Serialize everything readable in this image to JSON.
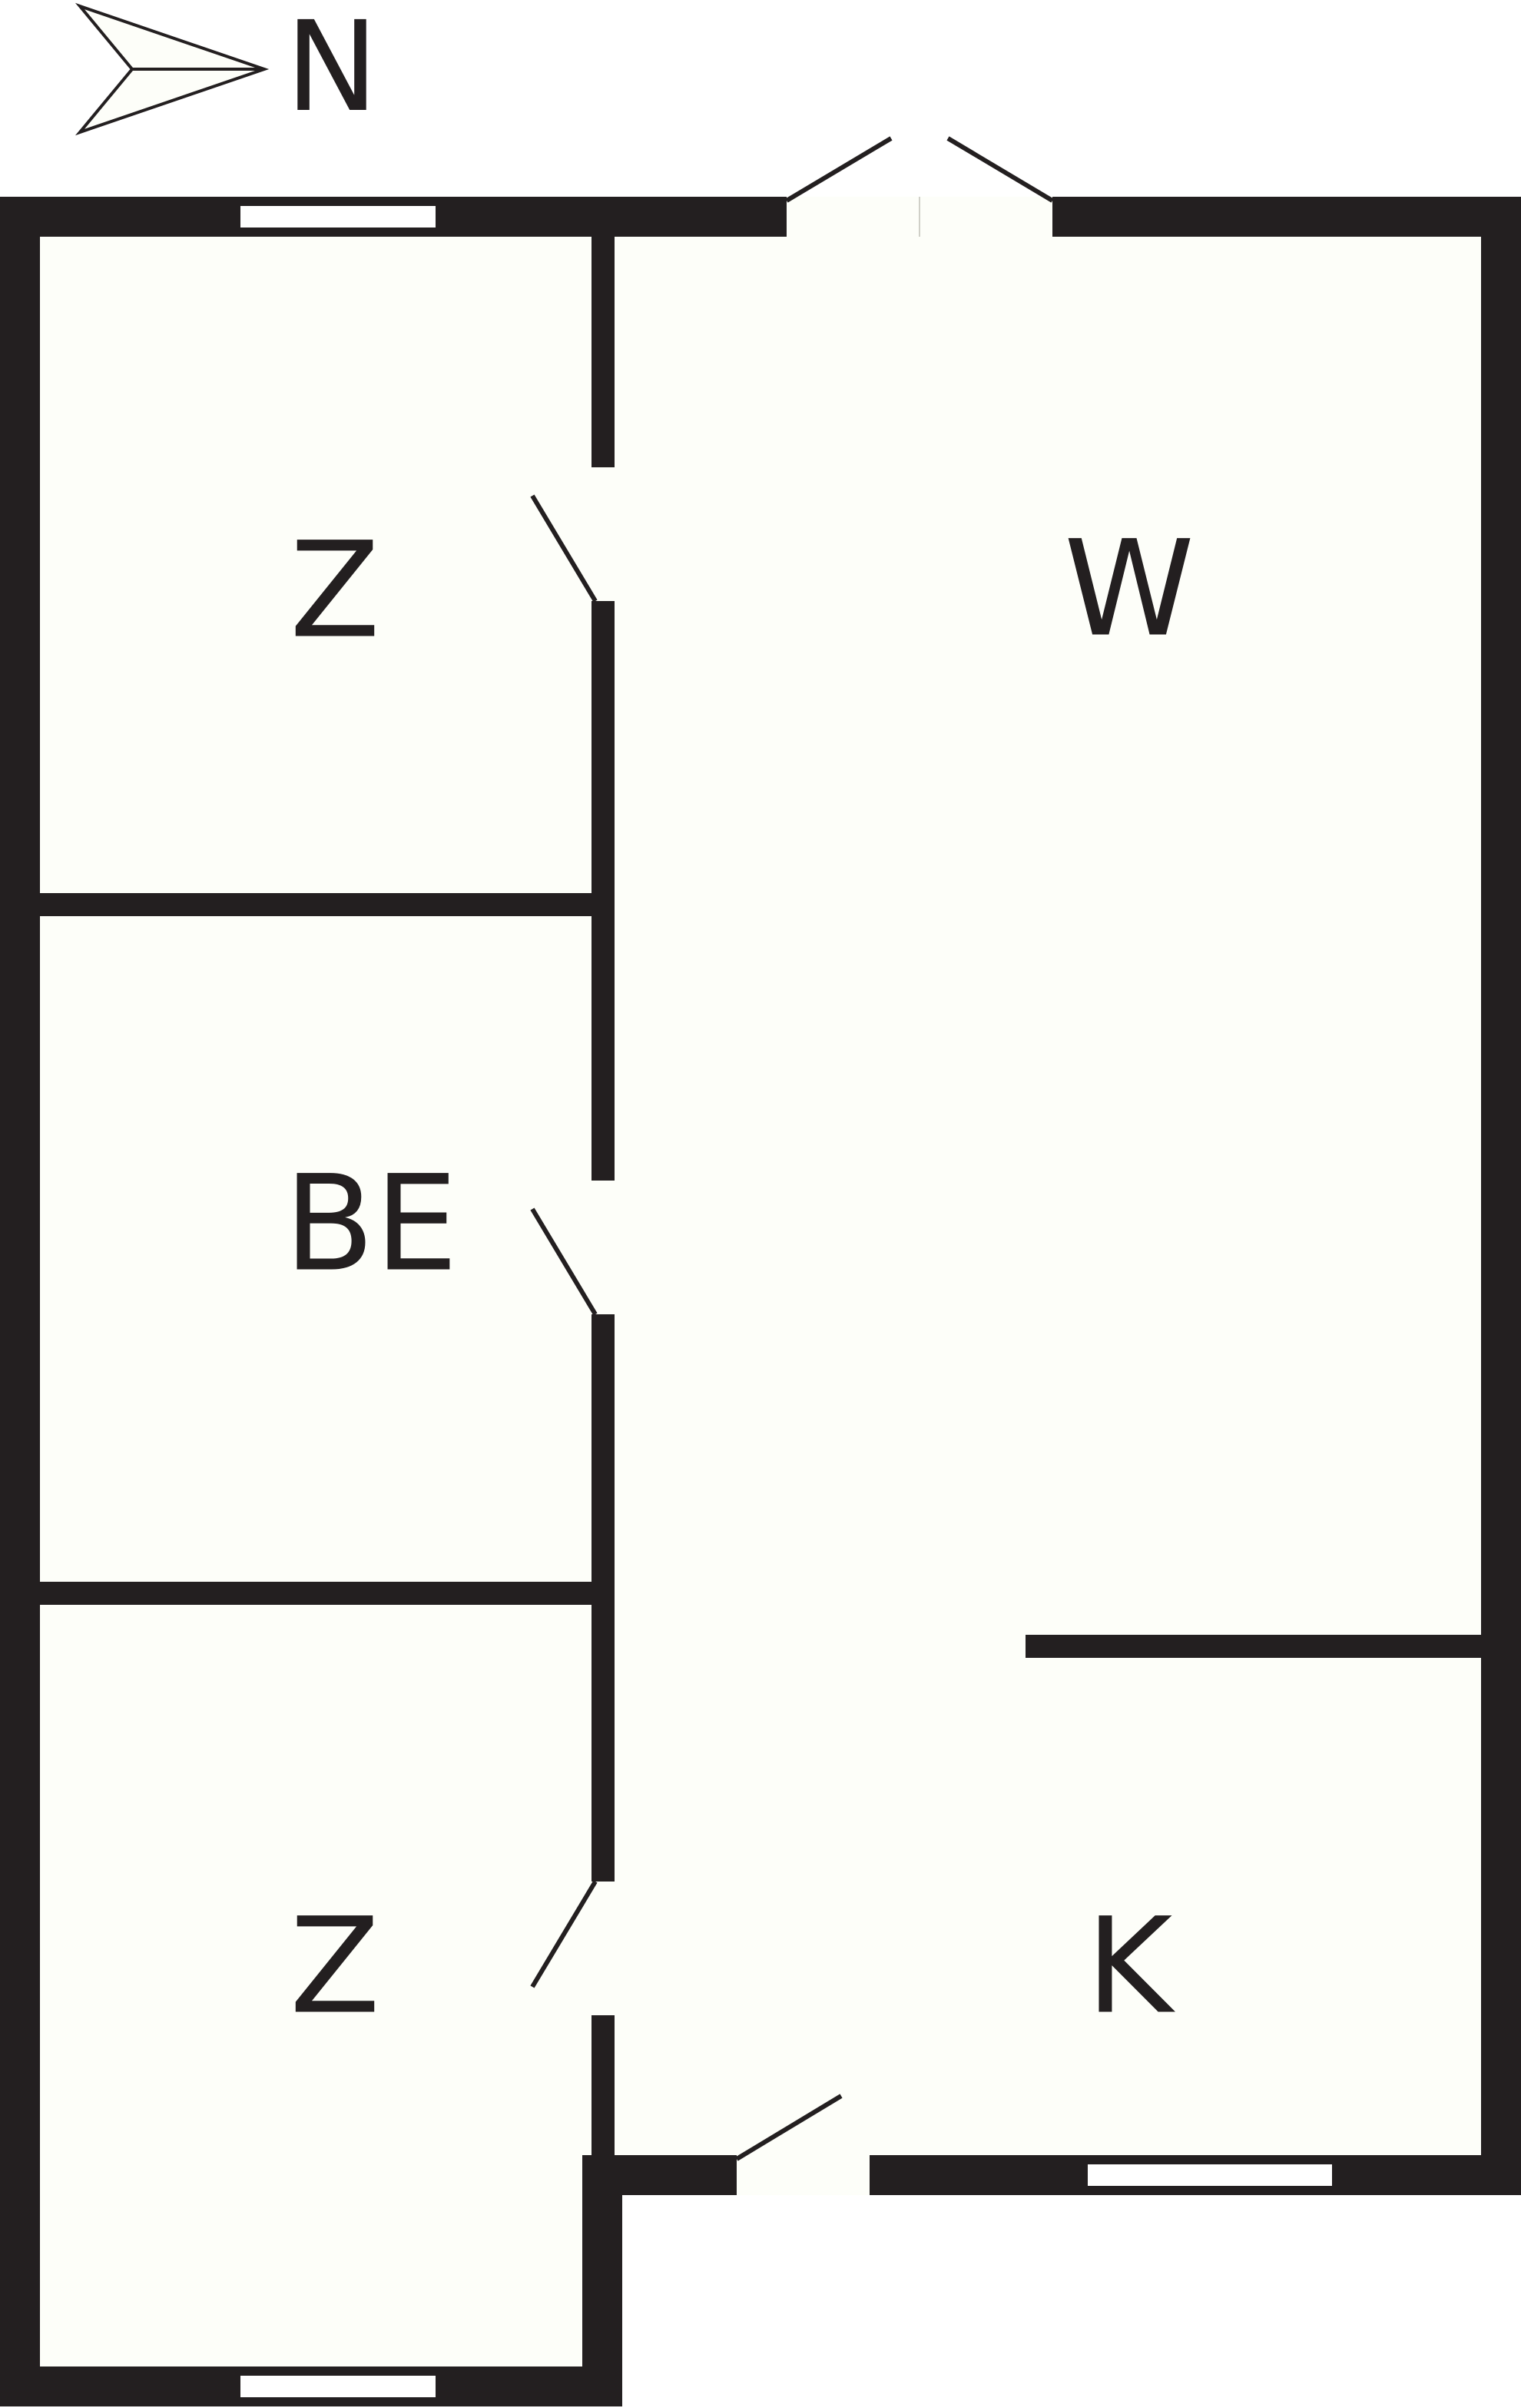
{
  "colors": {
    "wall": "#231f20",
    "floor": "#fdfef9",
    "window": "#ffffff",
    "background": "#ffffff"
  },
  "compass": {
    "letter": "N",
    "icon": "north-arrow-icon"
  },
  "rooms": [
    {
      "id": "room-z-top",
      "label": "Z"
    },
    {
      "id": "room-be",
      "label": "BE"
    },
    {
      "id": "room-z-bottom",
      "label": "Z"
    },
    {
      "id": "room-w",
      "label": "W"
    },
    {
      "id": "room-k",
      "label": "K"
    }
  ]
}
